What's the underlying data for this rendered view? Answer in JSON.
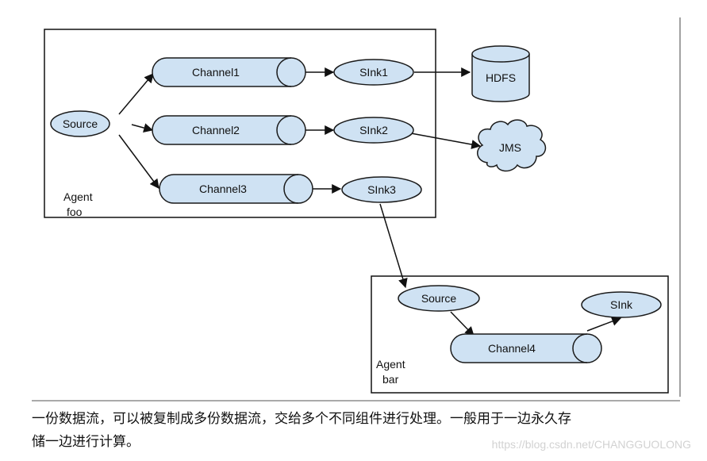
{
  "agent_foo": {
    "label_line1": "Agent",
    "label_line2": "foo"
  },
  "agent_bar": {
    "label_line1": "Agent",
    "label_line2": "bar"
  },
  "nodes": {
    "source_foo": "Source",
    "channel1": "Channel1",
    "channel2": "Channel2",
    "channel3": "Channel3",
    "sink1": "SInk1",
    "sink2": "SInk2",
    "sink3": "SInk3",
    "hdfs": "HDFS",
    "jms": "JMS",
    "source_bar": "Source",
    "channel4": "Channel4",
    "sink_bar": "SInk"
  },
  "caption": {
    "line1": "一份数据流，可以被复制成多份数据流，交给多个不同组件进行处理。一般用于一边永久存",
    "line2": "储一边进行计算。"
  },
  "watermark": "https://blog.csdn.net/CHANGGUOLONG",
  "colors": {
    "node_fill": "#cfe2f3",
    "stroke": "#1a1a1a"
  }
}
